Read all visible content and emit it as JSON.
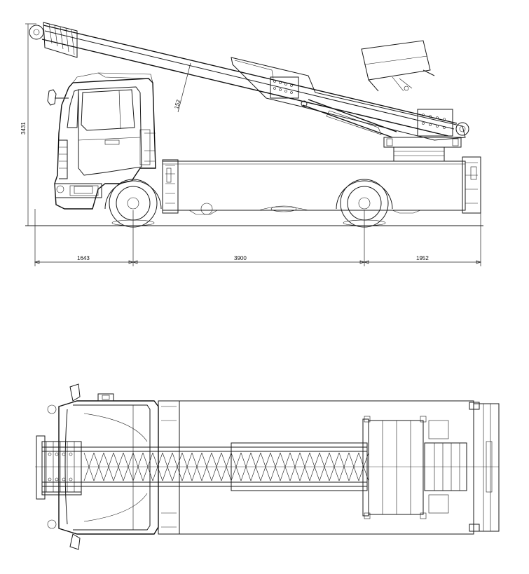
{
  "drawing": {
    "side_view": {
      "dimensions": {
        "height_total": "3431",
        "front_overhang": "1643",
        "wheelbase": "3900",
        "rear_overhang": "1952",
        "boom_angle_dim": "152"
      }
    },
    "top_view": {}
  },
  "colors": {
    "line": "#1a1a1a",
    "background": "#ffffff"
  }
}
